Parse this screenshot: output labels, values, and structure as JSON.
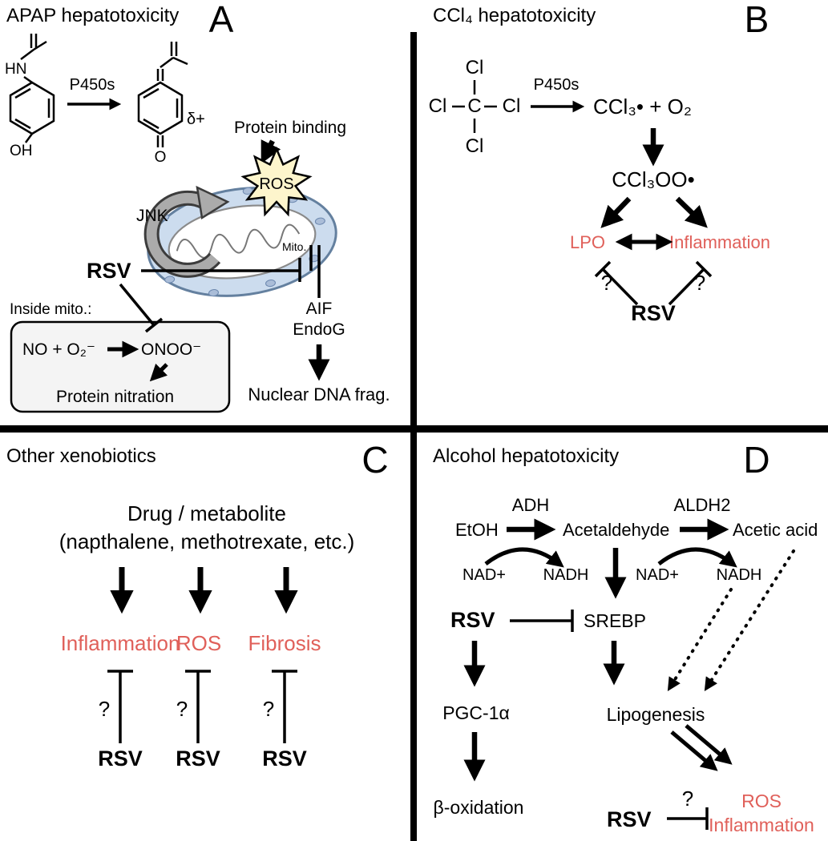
{
  "colors": {
    "red": "#e0605a",
    "star-fill": "#fdf5cc",
    "mito-fill": "#ccdcee",
    "mito-stroke": "#64809f",
    "gray-arrow": "#ababab",
    "box-fill": "#f4f4f4"
  },
  "panelA": {
    "title": "APAP hepatotoxicity",
    "letter": "A",
    "hn": "HN",
    "oh": "OH",
    "napqi_o": "O",
    "p450s": "P450s",
    "delta_plus": "δ+",
    "protein_binding": "Protein binding",
    "ros": "ROS",
    "jnk": "JNK",
    "rsv": "RSV",
    "mito": "Mito.",
    "inside_mito": "Inside mito.:",
    "no_o2": "NO + O₂⁻",
    "onoo": "ONOO⁻",
    "protein_nitration": "Protein nitration",
    "aif": "AIF",
    "endog": "EndoG",
    "nuclear_dna": "Nuclear DNA frag."
  },
  "panelB": {
    "title": "CCl₄ hepatotoxicity",
    "letter": "B",
    "cl_top": "Cl",
    "cl_left": "Cl",
    "c_center": "C",
    "cl_right": "Cl",
    "cl_bottom": "Cl",
    "p450s": "P450s",
    "radical_o2": "CCl₃• + O₂",
    "ccl3oo": "CCl₃OO•",
    "lpo": "LPO",
    "inflammation": "Inflammation",
    "q_left": "?",
    "q_right": "?",
    "rsv": "RSV"
  },
  "panelC": {
    "title": "Other xenobiotics",
    "letter": "C",
    "drug_line1": "Drug / metabolite",
    "drug_line2": "(napthalene, methotrexate, etc.)",
    "targets": [
      "Inflammation",
      "ROS",
      "Fibrosis"
    ],
    "q": "?",
    "rsv": "RSV"
  },
  "panelD": {
    "title": "Alcohol hepatotoxicity",
    "letter": "D",
    "adh": "ADH",
    "aldh2": "ALDH2",
    "etoh": "EtOH",
    "acetaldehyde": "Acetaldehyde",
    "acetic_acid": "Acetic acid",
    "nad_plus": "NAD+",
    "nadh": "NADH",
    "rsv": "RSV",
    "srebp": "SREBP",
    "pgc1a": "PGC-1α",
    "beta_ox": "β-oxidation",
    "lipogenesis": "Lipogenesis",
    "q": "?",
    "ros": "ROS",
    "inflammation": "Inflammation"
  }
}
